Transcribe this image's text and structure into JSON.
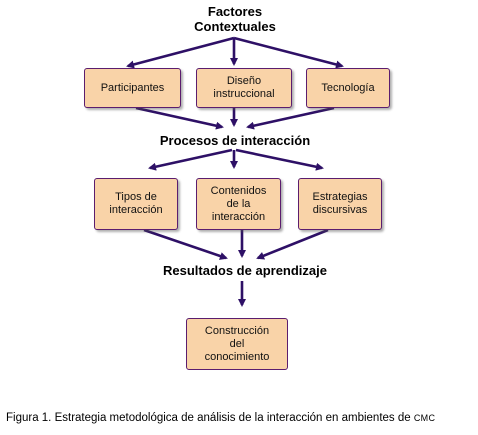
{
  "diagram": {
    "top_heading": "Factores\nContextuales",
    "middle_heading": "Procesos de interacción",
    "lower_heading": "Resultados de aprendizaje",
    "row1": [
      "Participantes",
      "Diseño\ninstruccional",
      "Tecnología"
    ],
    "row2": [
      "Tipos de\ninteracción",
      "Contenidos\nde  la\ninteracción",
      "Estrategias\ndiscursivas"
    ],
    "final_box": "Construcción\ndel\nconocimiento",
    "colors": {
      "box_fill": "#f9d3a8",
      "box_border": "#5b1d6e",
      "arrow": "#2e1066"
    }
  },
  "caption": {
    "text": "Figura 1. Estrategia metodológica de análisis de la interacción en ambientes de ",
    "small_caps": "CMC"
  }
}
